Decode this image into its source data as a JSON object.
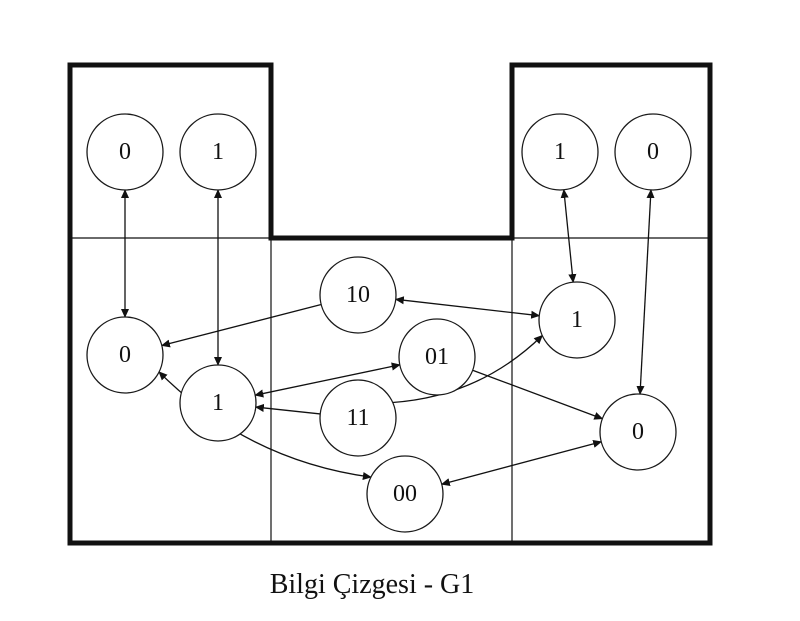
{
  "caption": "Bilgi Çizgesi - G1",
  "nodes": {
    "top_left_0": "0",
    "top_left_1": "1",
    "top_right_1": "1",
    "top_right_0": "0",
    "mid_left_0": "0",
    "mid_left_1": "1",
    "center_10": "10",
    "center_01": "01",
    "center_11": "11",
    "center_00": "00",
    "mid_right_1": "1",
    "mid_right_0": "0"
  },
  "edges": [
    {
      "from": "top_left_0",
      "to": "mid_left_0",
      "arrow": "both"
    },
    {
      "from": "top_left_1",
      "to": "mid_left_1",
      "arrow": "both"
    },
    {
      "from": "top_right_1",
      "to": "mid_right_1",
      "arrow": "both"
    },
    {
      "from": "top_right_0",
      "to": "mid_right_0",
      "arrow": "both"
    },
    {
      "from": "center_10",
      "to": "mid_left_0",
      "arrow": "end"
    },
    {
      "from": "center_10",
      "to": "mid_right_1",
      "arrow": "both"
    },
    {
      "from": "center_01",
      "to": "mid_left_1",
      "arrow": "both"
    },
    {
      "from": "center_01",
      "to": "mid_right_0",
      "arrow": "end"
    },
    {
      "from": "center_11",
      "to": "mid_left_1",
      "arrow": "end"
    },
    {
      "from": "center_11",
      "to": "mid_right_1",
      "arrow": "end"
    },
    {
      "from": "mid_left_0",
      "to": "center_00",
      "arrow": "both"
    },
    {
      "from": "center_00",
      "to": "mid_right_0",
      "arrow": "both"
    }
  ]
}
